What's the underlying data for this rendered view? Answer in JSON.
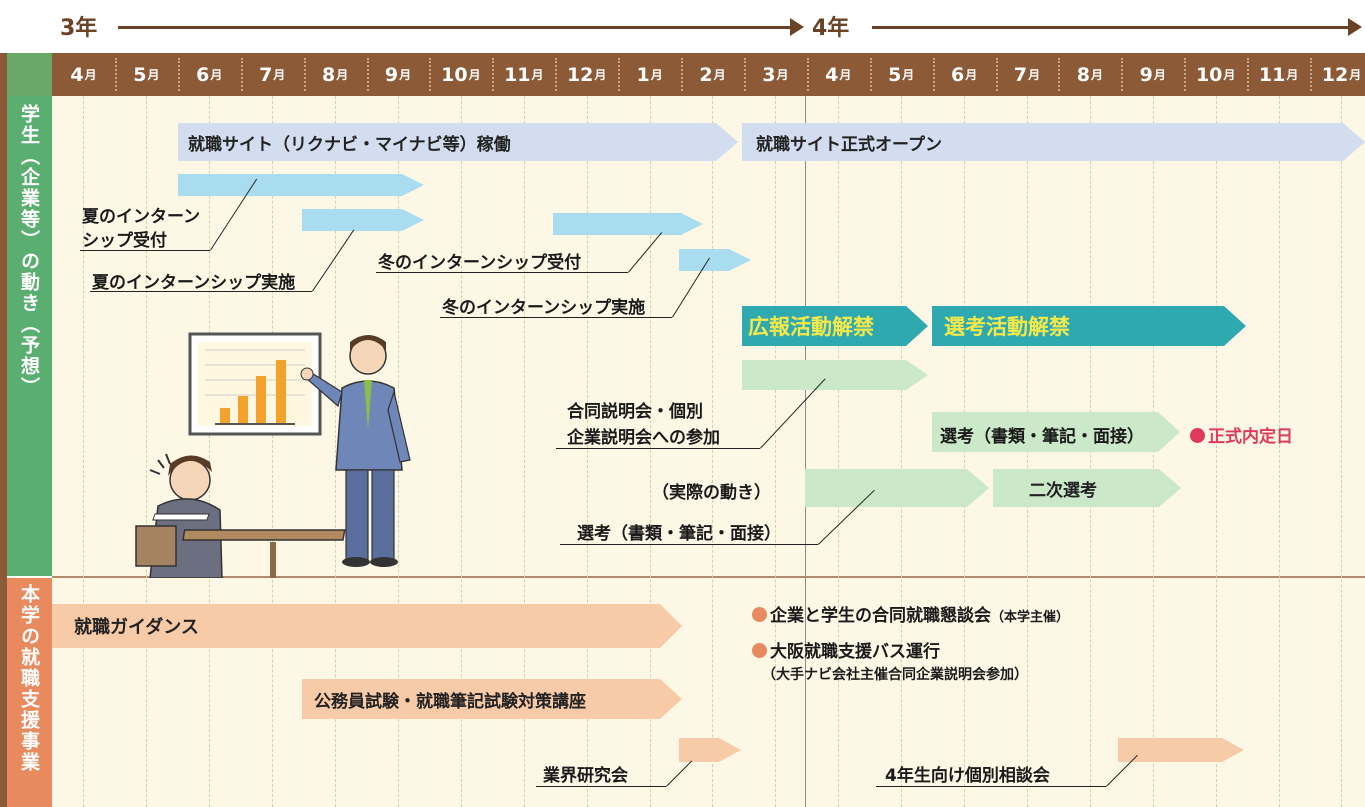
{
  "years": {
    "year3": "3年",
    "year4": "4年"
  },
  "months": [
    "4",
    "5",
    "6",
    "7",
    "8",
    "9",
    "10",
    "11",
    "12",
    "1",
    "2",
    "3",
    "4",
    "5",
    "6",
    "7",
    "8",
    "9",
    "10",
    "11",
    "12"
  ],
  "month_suffix": "月",
  "side_labels": {
    "top": "学生（企業等）の動き（予想）",
    "bottom": "本学の就職支援事業"
  },
  "bars": {
    "recruit_sites": "就職サイト（リクナビ・マイナビ等）稼働",
    "recruit_sites_official": "就職サイト正式オープン",
    "pr_ban_lifted": "広報活動解禁",
    "selection_ban_lifted": "選考活動解禁",
    "secondary_selection": "二次選考",
    "career_guidance": "就職ガイダンス",
    "exam_course": "公務員試験・就職筆記試験対策講座"
  },
  "labels": {
    "summer_intern_apply_1": "夏のインターン",
    "summer_intern_apply_2": "シップ受付",
    "summer_intern_do": "夏のインターンシップ実施",
    "winter_intern_apply": "冬のインターンシップ受付",
    "winter_intern_do": "冬のインターンシップ実施",
    "joint_briefing_1": "合同説明会・個別",
    "joint_briefing_2": "企業説明会への参加",
    "selection_docs": "選考（書類・筆記・面接）",
    "official_offer": "正式内定日",
    "actual_movement": "（実際の動き）",
    "selection_docs_2": "選考（書類・筆記・面接）",
    "meetup": "企業と学生の合同就職懇談会",
    "meetup_note": "（本学主催）",
    "bus": "大阪就職支援バス運行",
    "bus_note": "（大手ナビ会社主催合同企業説明会参加）",
    "industry_study": "業界研究会",
    "consultation": "4年生向け個別相談会"
  },
  "colors": {
    "header_brown": "#8c5a36",
    "green_side": "#5aae70",
    "orange_side": "#e8895e",
    "teal": "#2fa9b0",
    "yellow_text": "#f4e84a",
    "red": "#e03a5a"
  }
}
